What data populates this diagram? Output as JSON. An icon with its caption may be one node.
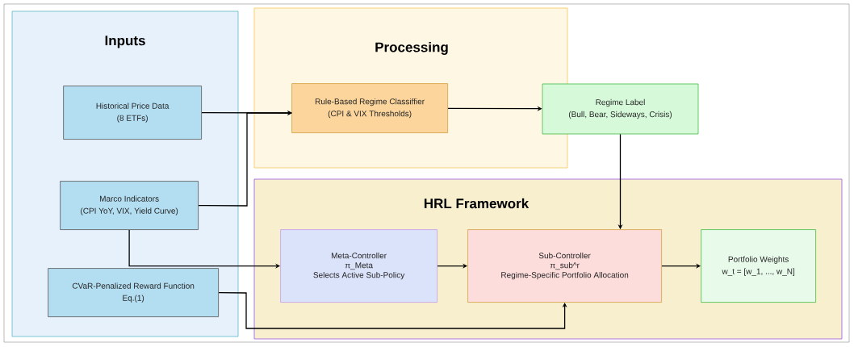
{
  "diagram": {
    "nodes": [
      {
        "text": [
          "Inputs"
        ]
      },
      {
        "text": [
          "Processing"
        ]
      },
      {
        "text": [
          "HRL Framework"
        ]
      },
      {
        "text": [
          "Historical Price Data",
          "(8 ETFs)"
        ],
        "in": 0
      },
      {
        "text": [
          "Marco Indicators",
          "(CPI YoY, VIX, Yield Curve)"
        ],
        "in": 0
      },
      {
        "text": [
          "CVaR-Penalized Reward Function",
          "Eq.(1)"
        ],
        "in": 0
      },
      {
        "text": [
          "Rule-Based Regime Classiffier",
          "(CPI & VIX Thresholds)"
        ],
        "in": 1
      },
      {
        "text": [
          "Regime Label",
          "(Bull, Bear, Sideways, Crisis)"
        ]
      },
      {
        "text": [
          "Meta-Controller",
          "π_Meta",
          "Selects Active Sub-Policy"
        ],
        "in": 2
      },
      {
        "text": [
          "Sub-Controller",
          "π_sub^r",
          "Regime-Specific Portfolio Allocation"
        ],
        "in": 2
      },
      {
        "text": [
          "Portfolio Weights",
          "w_t = [w_1, ..., w_N]"
        ],
        "in": 2
      }
    ],
    "edges": [
      {
        "from": 3,
        "to": 6,
        "arrow": "to"
      },
      {
        "from": 4,
        "to": 6,
        "arrow": "to"
      },
      {
        "from": 4,
        "to": 8,
        "arrow": "to"
      },
      {
        "from": 6,
        "to": 7,
        "arrow": "to"
      },
      {
        "from": 7,
        "to": 9,
        "arrow": "to"
      },
      {
        "from": 8,
        "to": 9,
        "arrow": "to"
      },
      {
        "from": 5,
        "to": 9,
        "arrow": "to"
      },
      {
        "from": 9,
        "to": 10,
        "arrow": "to"
      }
    ]
  }
}
